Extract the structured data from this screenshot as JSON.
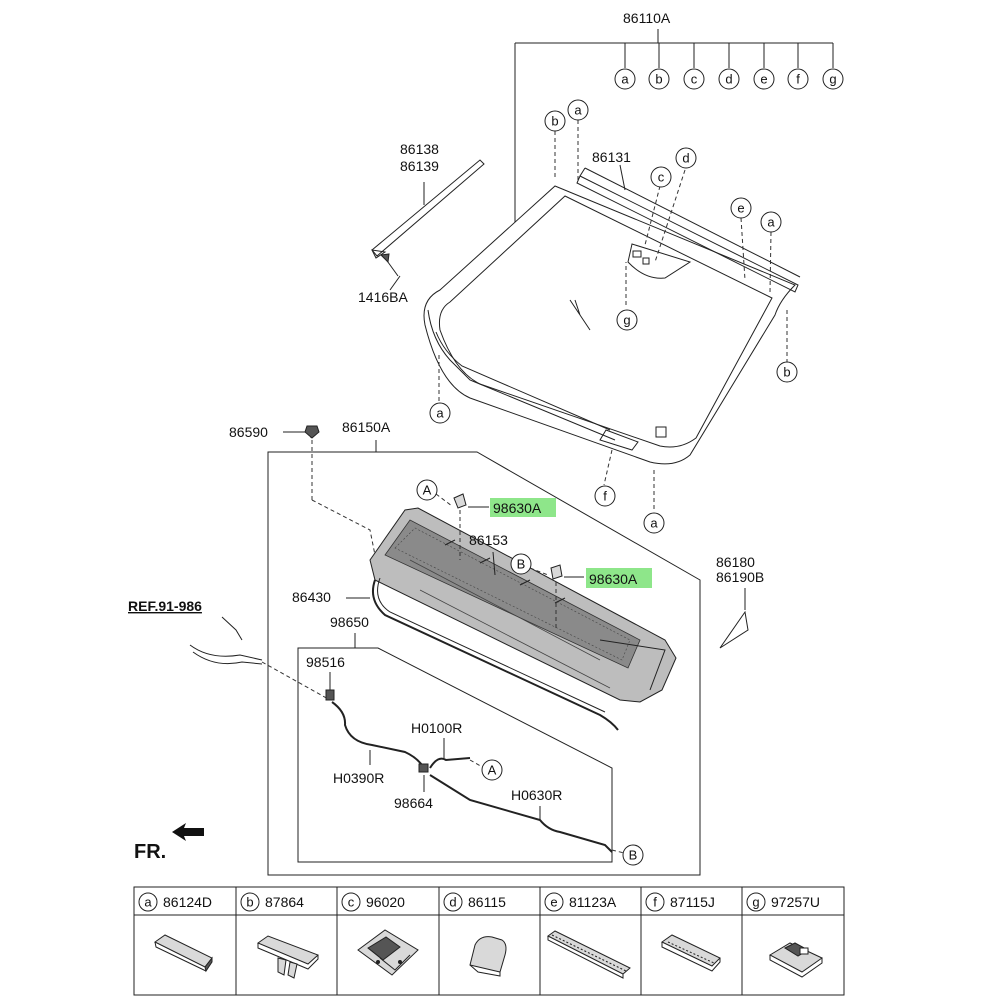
{
  "title_part": "86110A",
  "callouts_top": [
    "a",
    "b",
    "c",
    "d",
    "e",
    "f",
    "g"
  ],
  "labels": {
    "p86138": "86138",
    "p86139": "86139",
    "p1416BA": "1416BA",
    "p86131": "86131",
    "p86590": "86590",
    "p86150A": "86150A",
    "p98630A_1": "98630A",
    "p98630A_2": "98630A",
    "p86153": "86153",
    "p86180": "86180",
    "p86190B": "86190B",
    "p86430": "86430",
    "p98650": "98650",
    "ref": "REF.91-986",
    "p98516": "98516",
    "pH0100R": "H0100R",
    "pH0390R": "H0390R",
    "p98664": "98664",
    "pH0630R": "H0630R",
    "fr": "FR."
  },
  "circle_letters": {
    "A": "A",
    "B": "B",
    "a": "a",
    "b": "b",
    "c": "c",
    "d": "d",
    "e": "e",
    "f": "f",
    "g": "g"
  },
  "highlight_color": "#8ee68a",
  "parts_table": [
    {
      "letter": "a",
      "part": "86124D",
      "icon": "flat-pad-icon"
    },
    {
      "letter": "b",
      "part": "87864",
      "icon": "clip-pad-icon"
    },
    {
      "letter": "c",
      "part": "96020",
      "icon": "sensor-bracket-icon"
    },
    {
      "letter": "d",
      "part": "86115",
      "icon": "rounded-pad-icon"
    },
    {
      "letter": "e",
      "part": "81123A",
      "icon": "long-strip-icon"
    },
    {
      "letter": "f",
      "part": "87115J",
      "icon": "strip-pad-icon"
    },
    {
      "letter": "g",
      "part": "97257U",
      "icon": "connector-icon"
    }
  ]
}
